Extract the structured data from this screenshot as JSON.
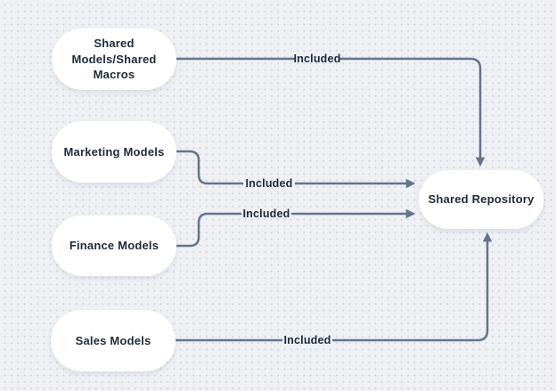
{
  "diagram": {
    "nodes": {
      "shared_models": {
        "line1": "Shared",
        "line2": "Models/Shared",
        "line3": "Macros"
      },
      "marketing": {
        "label": "Marketing Models"
      },
      "finance": {
        "label": "Finance Models"
      },
      "sales": {
        "label": "Sales Models"
      },
      "repository": {
        "label": "Shared Repository"
      }
    },
    "edges": {
      "shared_models_to_repository": {
        "from": "Shared Models/Shared Macros",
        "to": "Shared Repository",
        "label": "Included"
      },
      "marketing_to_repository": {
        "from": "Marketing Models",
        "to": "Shared Repository",
        "label": "Included"
      },
      "finance_to_repository": {
        "from": "Finance Models",
        "to": "Shared Repository",
        "label": "Included"
      },
      "sales_to_repository": {
        "from": "Sales Models",
        "to": "Shared Repository",
        "label": "Included"
      }
    },
    "colors": {
      "background": "#eef0f4",
      "dot": "#d5dbe3",
      "node_fill": "#ffffff",
      "connector": "#64748b",
      "text": "#1e2b3b"
    }
  }
}
